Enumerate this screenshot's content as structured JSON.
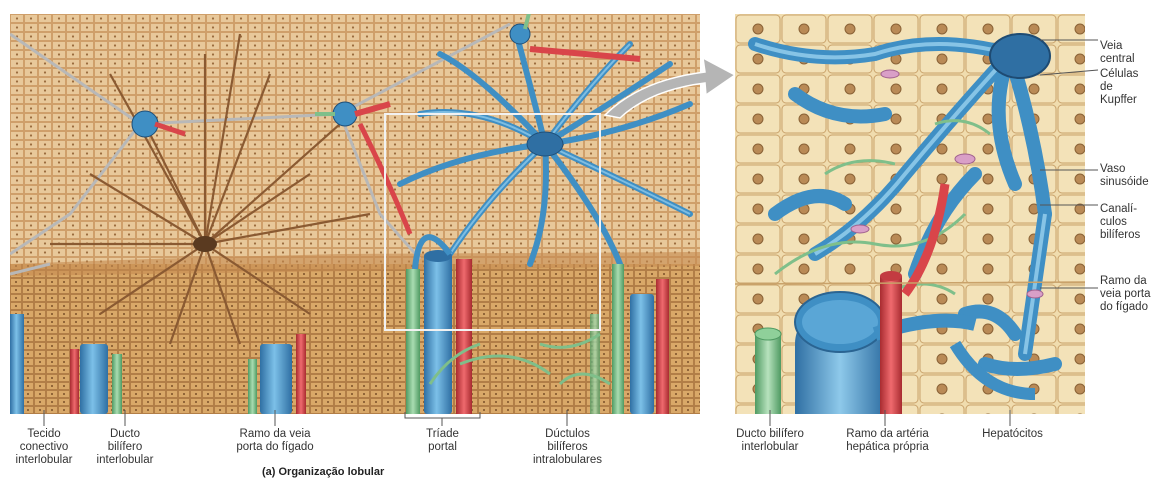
{
  "labels": {
    "bottom": {
      "tecido": "Tecido\nconectivo\ninterlobular",
      "ducto_left": "Ducto\nbilífero\ninterlobular",
      "ramo_veia_left": "Ramo da veia\nporta do fígado",
      "triade": "Tríade\nportal",
      "ductulos": "Dúctulos\nbilíferos\nintralobulares",
      "ducto_right": "Ducto bilífero\ninterlobular",
      "ramo_arteria": "Ramo da artéria\nhepática própria",
      "hepatocitos": "Hepatócitos"
    },
    "right": {
      "veia_central": "Veia\ncentral",
      "kupffer": "Células\nde\nKupffer",
      "sinusoide": "Vaso\nsinusóide",
      "canaliculos": "Canalí-\nculos\nbilíferos",
      "ramo_veia_right": "Ramo da\nveia porta\ndo fígado"
    },
    "caption": "(a) Organização lobular"
  },
  "colors": {
    "hepatocyte": "#e8c89a",
    "hepatocyte_dark": "#c9955e",
    "sinusoid": "#8a5a32",
    "vein_blue": "#3f8fc4",
    "vein_light": "#8ec9ea",
    "artery_red": "#d9454a",
    "bile_green": "#7fbf8a",
    "pointer": "#9a9a9a"
  }
}
